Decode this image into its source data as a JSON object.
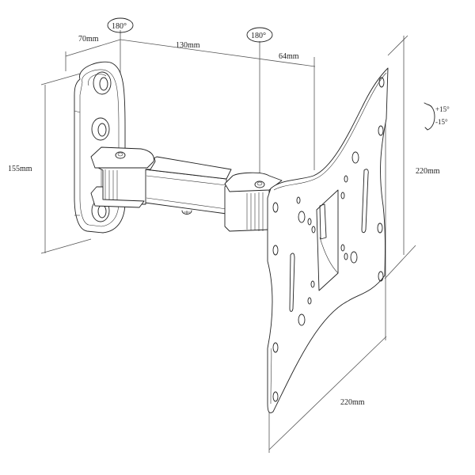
{
  "diagram": {
    "subject": "Swivel arm TV wall mount bracket (line drawing)",
    "dimensions": {
      "wall_plate_depth": "70mm",
      "arm_length": "130mm",
      "head_offset": "64mm",
      "wall_plate_height": "155mm",
      "tv_plate_height": "220mm",
      "tv_plate_width": "220mm"
    },
    "rotations": {
      "wall_pivot": "180°",
      "head_pivot": "180°",
      "tilt_up": "+15°",
      "tilt_down": "-15°"
    },
    "components": [
      "wall-plate",
      "swivel-arm",
      "vesa-mounting-plate",
      "pivot-screws",
      "tilt-lock-screw"
    ]
  }
}
